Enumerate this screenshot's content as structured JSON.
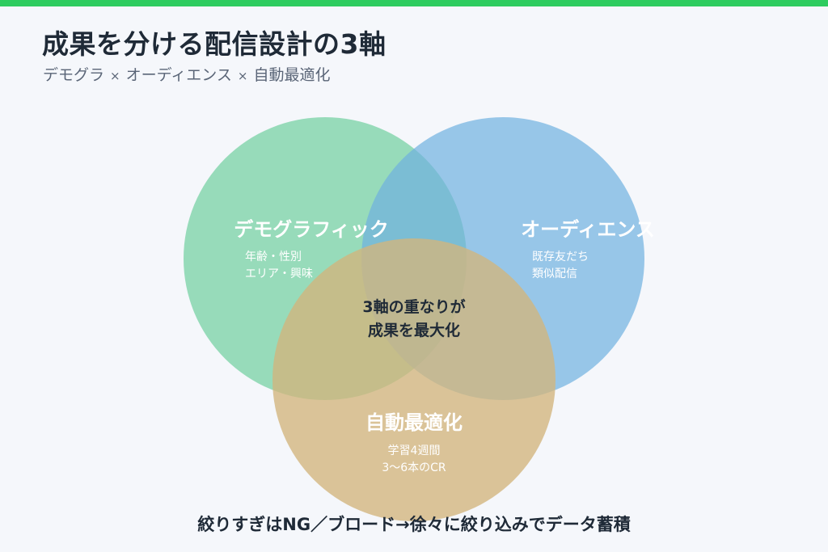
{
  "header": {
    "title": "成果を分ける配信設計の3軸",
    "subtitle": {
      "part1": "デモグラ",
      "separator": "×",
      "part2": "オーディエンス",
      "part3": "自動最適化"
    }
  },
  "colors": {
    "accent_bar": "#2ecc5f",
    "demographic": "#6fcf9e",
    "audience": "#6fb0e0",
    "automation": "#d2b57c",
    "text_dark": "#1f2a37"
  },
  "venn": {
    "demographic": {
      "label": "デモグラフィック",
      "detail_lines": [
        "年齢・性別",
        "エリア・興味"
      ]
    },
    "audience": {
      "label": "オーディエンス",
      "detail_lines": [
        "既存友だち",
        "類似配信"
      ]
    },
    "automation": {
      "label": "自動最適化",
      "detail_lines": [
        "学習4週間",
        "3〜6本のCR"
      ]
    },
    "center": {
      "lines": [
        "3軸の重なりが",
        "成果を最大化"
      ]
    }
  },
  "footer": {
    "text": "絞りすぎはNG／ブロード→徐々に絞り込みでデータ蓄積"
  }
}
